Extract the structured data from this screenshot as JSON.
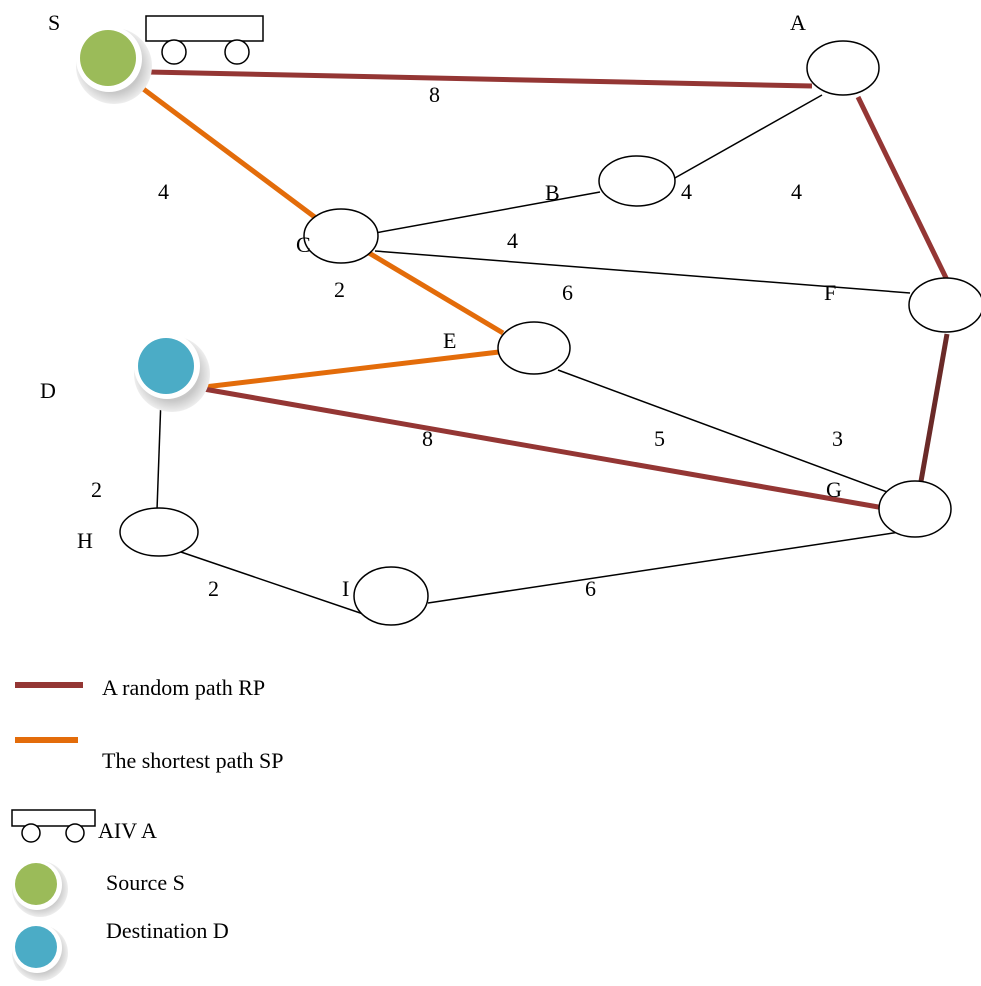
{
  "nodes": {
    "S": "S",
    "A": "A",
    "B": "B",
    "C": "C",
    "E": "E",
    "F": "F",
    "D": "D",
    "G": "G",
    "H": "H",
    "I": "I"
  },
  "edge_weights": {
    "S_A": "8",
    "S_C": "4",
    "A_B": "4",
    "A_F": "4",
    "C_B": "4",
    "C_E": "2",
    "C_F": "6",
    "E_G": "5",
    "F_G": "3",
    "D_G": "8",
    "D_H": "2",
    "H_I": "2",
    "I_G": "6"
  },
  "legend": {
    "random_path": "A random path RP",
    "shortest_path": "The shortest path SP",
    "aiv": "AIV A",
    "source": "Source S",
    "destination": "Destination D"
  },
  "colors": {
    "random_path": "#943634",
    "random_path_dark": "#6a2a28",
    "shortest_path": "#e36c0a",
    "source": "#9bbb59",
    "destination": "#4bacc6",
    "normal_edge": "#000000"
  }
}
